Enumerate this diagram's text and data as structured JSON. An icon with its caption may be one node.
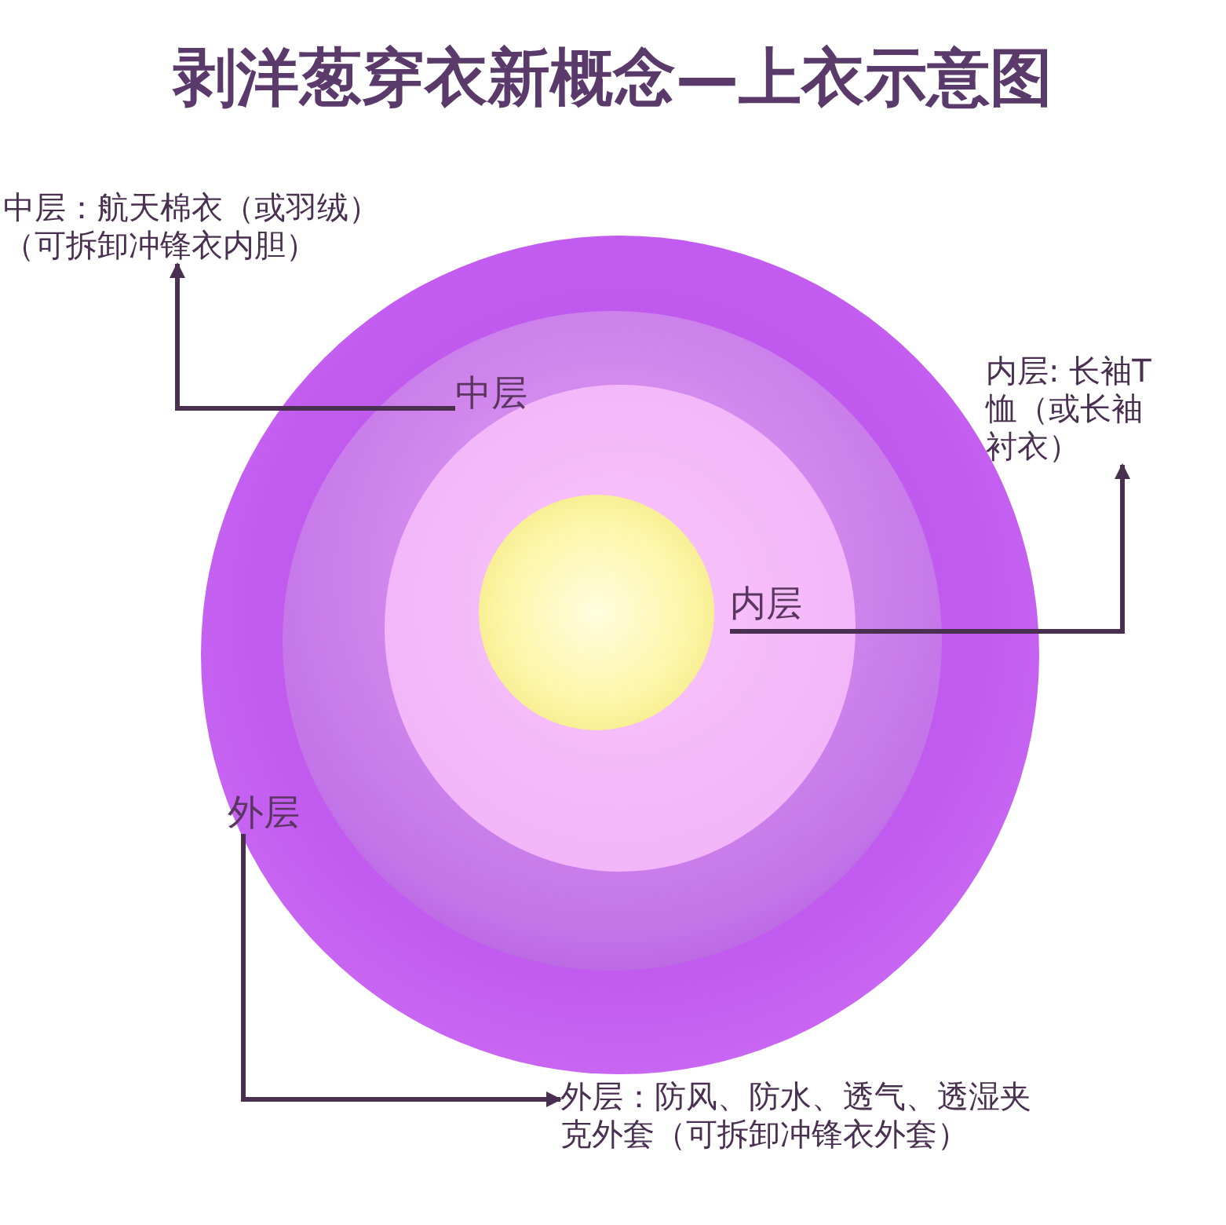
{
  "diagram": {
    "title": "剥洋葱穿衣新概念—上衣示意图",
    "nodes": [
      {
        "text": [],
        "shape": "circle"
      },
      {
        "text": [],
        "shape": "circle",
        "in": 0
      },
      {
        "text": [],
        "shape": "circle",
        "in": 1
      },
      {
        "text": [],
        "shape": "circle",
        "in": 2
      },
      {
        "text": [
          "中层"
        ],
        "in": 1
      },
      {
        "text": [
          "内层"
        ],
        "in": 2
      },
      {
        "text": [
          "外层"
        ],
        "in": 0
      },
      {
        "text": [
          "中层：航天棉衣（或羽绒）（可拆卸冲锋衣内胆）"
        ]
      },
      {
        "text": [
          "内层: 长袖T恤（或长袖衬衣）"
        ]
      },
      {
        "text": [
          "外层：防风、防水、透气、透湿夹克外套（可拆卸冲锋衣外套）"
        ]
      }
    ],
    "edges": [
      {
        "from": 4,
        "to": 7,
        "arrow": "to"
      },
      {
        "from": 5,
        "to": 8,
        "arrow": "to"
      },
      {
        "from": 6,
        "to": 9,
        "arrow": "to"
      }
    ]
  }
}
